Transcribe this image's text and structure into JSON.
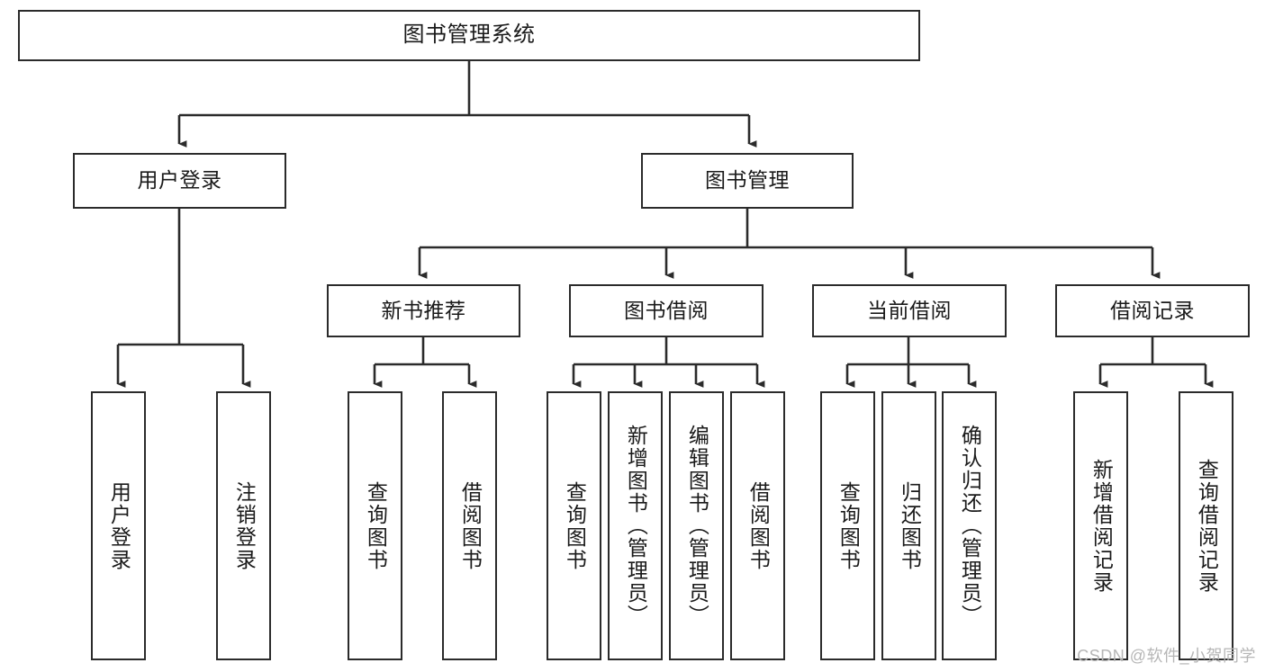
{
  "diagram": {
    "title": "图书管理系统",
    "type": "tree-hierarchy",
    "watermark": "CSDN @软件_小贺同学",
    "colors": {
      "box_border": "#2b2b2b",
      "box_fill": "#ffffff",
      "edge": "#2b2b2b",
      "text": "#1a1a1a",
      "watermark": "#b6b6b6",
      "background": "#ffffff"
    },
    "root": {
      "id": "root",
      "label": "图书管理系统",
      "orientation": "horizontal"
    },
    "level2": [
      {
        "id": "user-login",
        "label": "用户登录",
        "orientation": "horizontal"
      },
      {
        "id": "book-manage",
        "label": "图书管理",
        "orientation": "horizontal"
      }
    ],
    "level3": [
      {
        "id": "new-book-recommend",
        "label": "新书推荐",
        "orientation": "horizontal",
        "parent": "book-manage"
      },
      {
        "id": "book-borrow",
        "label": "图书借阅",
        "orientation": "horizontal",
        "parent": "book-manage"
      },
      {
        "id": "current-borrow",
        "label": "当前借阅",
        "orientation": "horizontal",
        "parent": "book-manage"
      },
      {
        "id": "borrow-record",
        "label": "借阅记录",
        "orientation": "horizontal",
        "parent": "book-manage"
      }
    ],
    "leaves": [
      {
        "id": "leaf-user-login",
        "label": "用户登录",
        "orientation": "vertical",
        "parent": "user-login"
      },
      {
        "id": "leaf-user-logout",
        "label": "注销登录",
        "orientation": "vertical",
        "parent": "user-login"
      },
      {
        "id": "leaf-query-book-1",
        "label": "查询图书",
        "orientation": "vertical",
        "parent": "new-book-recommend"
      },
      {
        "id": "leaf-borrow-book-1",
        "label": "借阅图书",
        "orientation": "vertical",
        "parent": "new-book-recommend"
      },
      {
        "id": "leaf-query-book-2",
        "label": "查询图书",
        "orientation": "vertical",
        "parent": "book-borrow"
      },
      {
        "id": "leaf-add-book",
        "label": "新增图书（管理员）",
        "orientation": "vertical",
        "parent": "book-borrow"
      },
      {
        "id": "leaf-edit-book",
        "label": "编辑图书（管理员）",
        "orientation": "vertical",
        "parent": "book-borrow"
      },
      {
        "id": "leaf-borrow-book-2",
        "label": "借阅图书",
        "orientation": "vertical",
        "parent": "book-borrow"
      },
      {
        "id": "leaf-query-book-3",
        "label": "查询图书",
        "orientation": "vertical",
        "parent": "current-borrow"
      },
      {
        "id": "leaf-return-book",
        "label": "归还图书",
        "orientation": "vertical",
        "parent": "current-borrow"
      },
      {
        "id": "leaf-confirm-return",
        "label": "确认归还（管理员）",
        "orientation": "vertical",
        "parent": "current-borrow"
      },
      {
        "id": "leaf-add-record",
        "label": "新增借阅记录",
        "orientation": "vertical",
        "parent": "borrow-record"
      },
      {
        "id": "leaf-query-record",
        "label": "查询借阅记录",
        "orientation": "vertical",
        "parent": "borrow-record"
      }
    ]
  }
}
